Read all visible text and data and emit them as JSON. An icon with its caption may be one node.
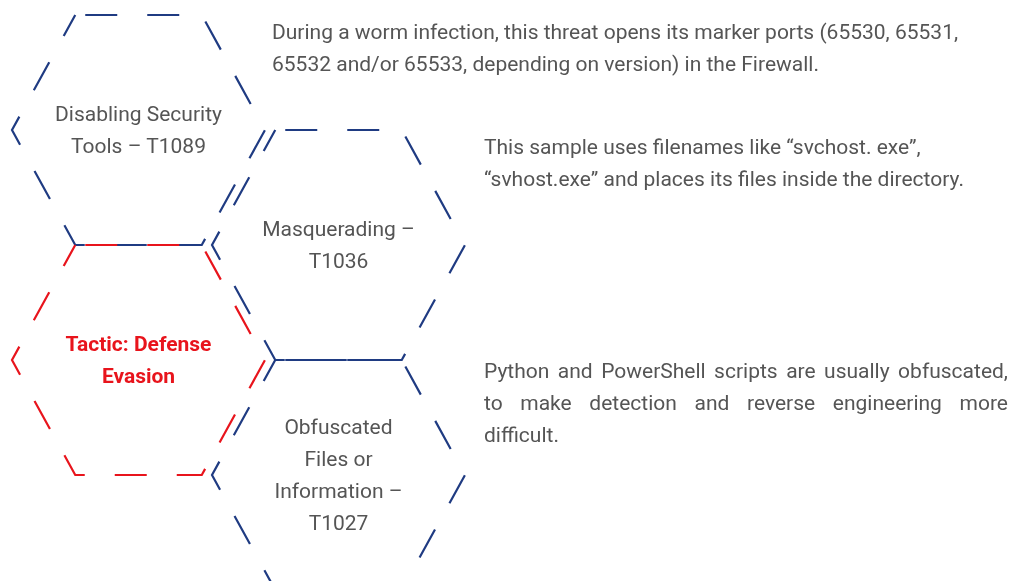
{
  "diagram": {
    "nodes": [
      {
        "text": [
          "Disabling Security Tools – T1089"
        ]
      },
      {
        "text": [
          "Masquerading – T1036"
        ]
      },
      {
        "text": [
          "Tactic: Defense Evasion"
        ]
      },
      {
        "text": [
          "Obfuscated Files or Information – T1027"
        ]
      }
    ],
    "labels": [
      "During a worm infection, this threat opens its marker ports (65530, 65531, 65532 and/or 65533, depending on version) in the Firewall.",
      "This sample uses filenames like “svchost. exe”, “svhost.exe” and places its files inside the directory.",
      "Python and PowerShell scripts are usually obfuscated, to make detection and reverse engineering more difficult."
    ]
  }
}
